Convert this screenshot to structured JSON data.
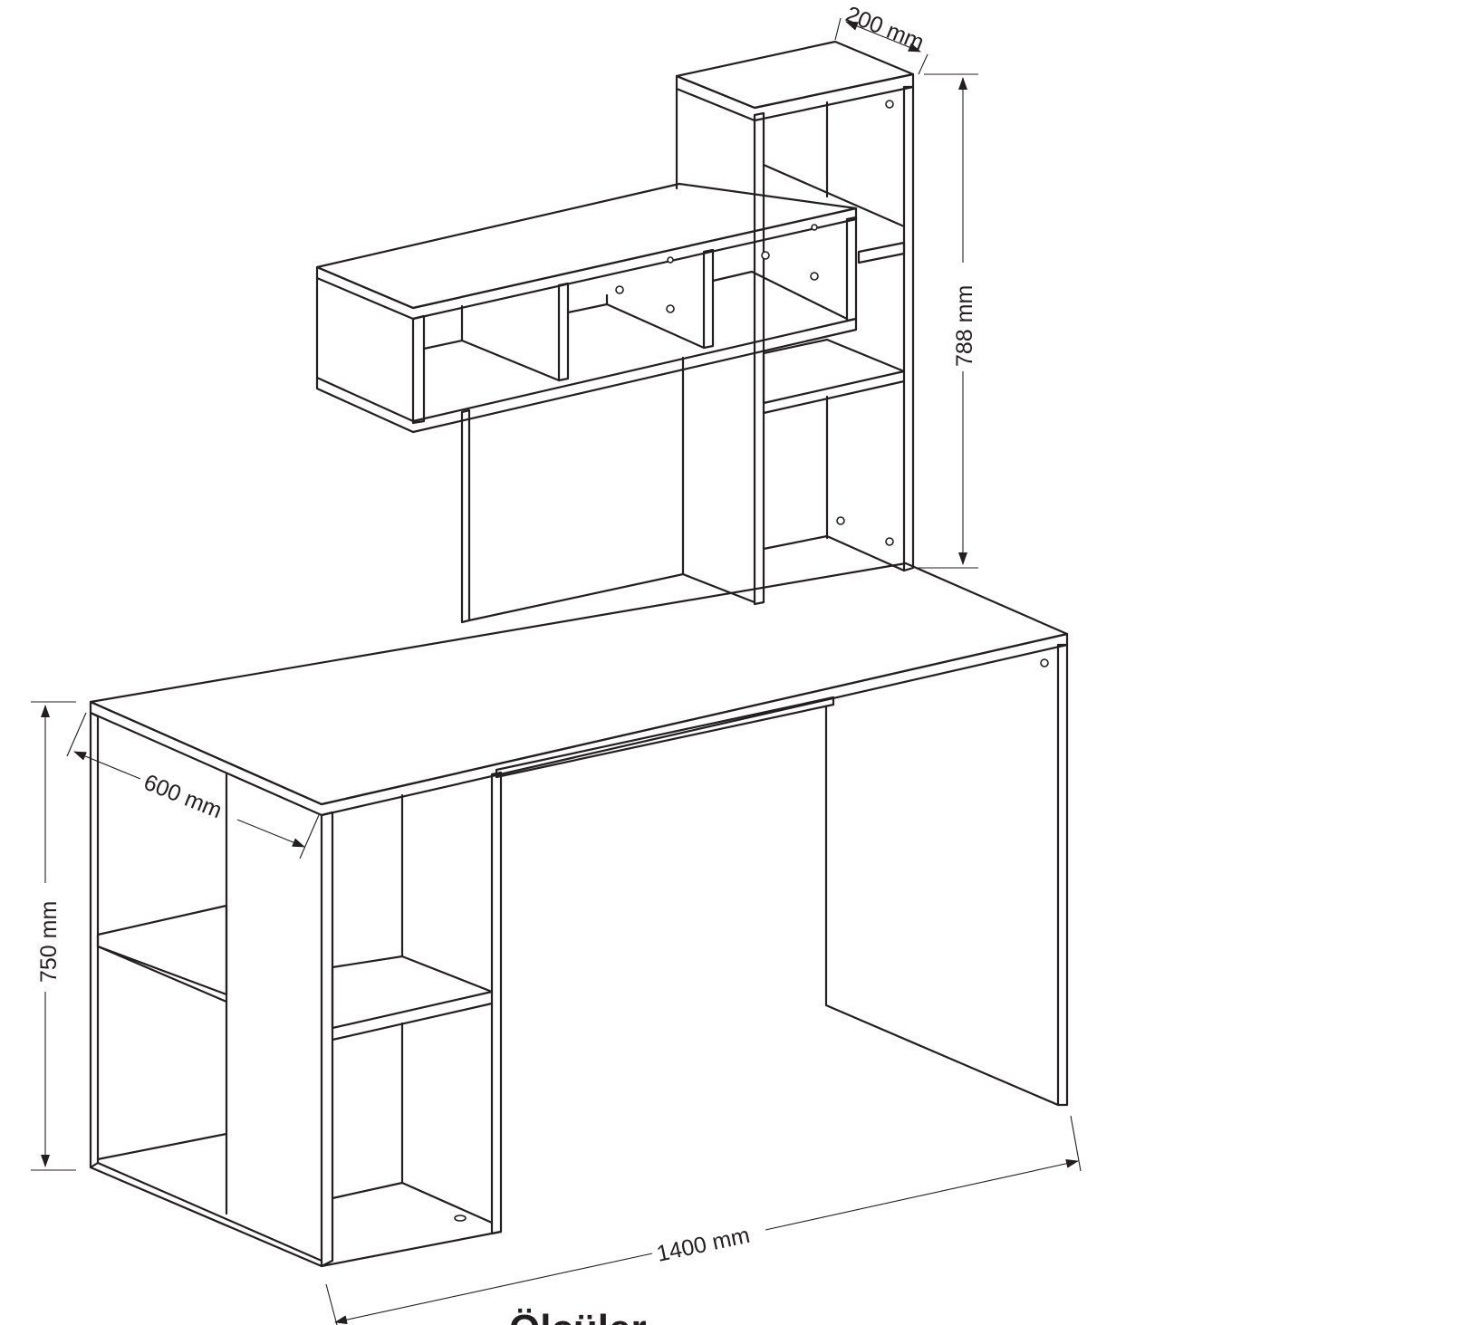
{
  "dimensions": {
    "depth_top": "200 mm",
    "hutch_height": "788 mm",
    "depth_desk": "600 mm",
    "desk_height": "750 mm",
    "width": "1400 mm"
  },
  "caption": "Ölçüler",
  "colors": {
    "line": "#231f20",
    "background": "#ffffff"
  }
}
